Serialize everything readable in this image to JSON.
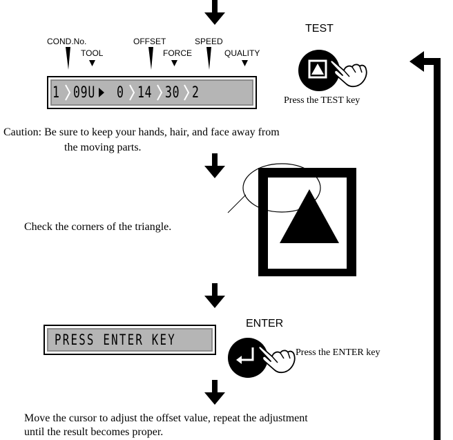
{
  "panel_labels": {
    "cond_no": "COND.No.",
    "tool": "TOOL",
    "offset": "OFFSET",
    "force": "FORCE",
    "speed": "SPEED",
    "quality": "QUALITY"
  },
  "lcd_top": {
    "cond_no": "1",
    "tool": "09U",
    "offset": "0",
    "force": "14",
    "speed": "30",
    "quality": "2"
  },
  "test_key": {
    "title": "TEST",
    "caption": "Press the TEST key"
  },
  "caution_line1": "Caution: Be sure to keep your hands, hair, and face away from",
  "caution_line2": "the moving parts.",
  "check_text": "Check the corners of the triangle.",
  "lcd_bottom": {
    "text": "PRESS ENTER KEY"
  },
  "enter_key": {
    "title": "ENTER",
    "caption": "Press the ENTER key"
  },
  "footer_line1": "Move the cursor to adjust the offset value, repeat the adjustment",
  "footer_line2": "until the result becomes proper.",
  "icons": {
    "down_arrow": "thick-down-arrow",
    "test_key": "triangle-in-square-key",
    "enter_key": "enter-return-key",
    "loop_arrow": "return-loop-arrow"
  }
}
